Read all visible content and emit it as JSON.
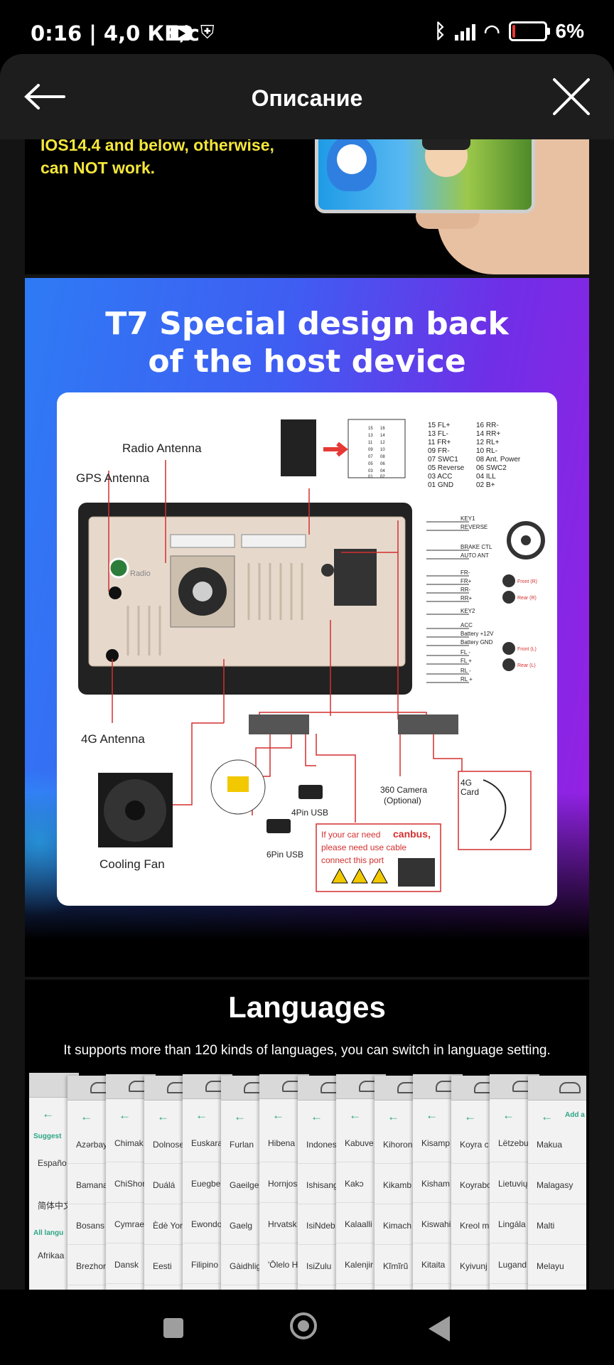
{
  "status_bar": {
    "time_text": "0:16 | 4,0 КБ/с",
    "battery_text": "6%",
    "icons": [
      "youtube-icon",
      "shield-icon",
      "bluetooth-icon",
      "signal-icon",
      "wifi-icon",
      "battery-icon"
    ]
  },
  "header": {
    "title": "Описание",
    "back_icon": "arrow-left-icon",
    "close_icon": "close-icon"
  },
  "ios_notice": {
    "lines": [
      "IOS14.4 and below, otherwise,",
      "can NOT  work."
    ]
  },
  "t7_section": {
    "heading_line1": "T7 Special design back",
    "heading_line2": "of the host device",
    "labels": {
      "radio_antenna": "Radio Antenna",
      "gps_antenna": "GPS Antenna",
      "antenna_4g": "4G Antenna",
      "cooling_fan": "Cooling Fan",
      "camera_360": "360 Camera",
      "camera_optional": "(Optional)",
      "card_4g_line1": "4G",
      "card_4g_line2": "Card",
      "usb_4pin": "4Pin USB",
      "usb_6pin": "6Pin USB",
      "canbus_note_1": "If your car need",
      "canbus_word": "canbus,",
      "canbus_note_2": "please need use cable",
      "canbus_note_3": "connect this port",
      "radio_stamp": "Radio"
    },
    "pinout_left": [
      "15 FL+",
      "13 FL-",
      "11 FR+",
      "09 FR-",
      "07 SWC1",
      "05 Reverse",
      "03 ACC",
      "01 GND"
    ],
    "pinout_right": [
      "16 RR-",
      "14 RR+",
      "12 RL+",
      "10 RL-",
      "08 Ant. Power",
      "06 SWC2",
      "04 ILL",
      "02 B+"
    ],
    "connector_pins": [
      "15",
      "16",
      "13",
      "14",
      "11",
      "12",
      "09",
      "10",
      "07",
      "08",
      "05",
      "06",
      "03",
      "04",
      "01",
      "02"
    ],
    "wire_labels": [
      "KEY1",
      "REVERSE",
      "BRAKE CTL",
      "AUTO ANT",
      "FR-",
      "FR+",
      "RR-",
      "RR+",
      "KEY2",
      "ACC",
      "Battery +12V",
      "Battery GND",
      "FL -",
      "FL +",
      "RL -",
      "RL +"
    ],
    "speaker_labels": [
      "Front (R)",
      "Rear (R)",
      "Front (L)",
      "Rear (L)"
    ]
  },
  "languages": {
    "heading": "Languages",
    "subtitle": "It supports more than 120 kinds of languages, you can switch in language setting.",
    "suggest_label": "Suggest",
    "all_label": "All langu",
    "add_label": "Add a",
    "columns": [
      [
        "Españo",
        "简体中文",
        "Afrikaa"
      ],
      [
        "Azərbay",
        "Bamana",
        "Bosans",
        "Brezhor"
      ],
      [
        "Chimak",
        "ChiShor",
        "Cymrae",
        "Dansk"
      ],
      [
        "Dolnose",
        "Duálá",
        "Èdè Yor",
        "Eesti"
      ],
      [
        "Euskara",
        "Euegbe",
        "Ewondo",
        "Filipino"
      ],
      [
        "Furlan",
        "Gaeilge",
        "Gaelg",
        "Gàidhlig"
      ],
      [
        "Hibena",
        "Hornjos",
        "Hrvatsk",
        "'Ōlelo H"
      ],
      [
        "Indones",
        "Ishisang",
        "IsiNdeb",
        "IsiZulu"
      ],
      [
        "Kabuve",
        "Kakɔ",
        "Kalaalli",
        "Kalenjir"
      ],
      [
        "Kihoron",
        "Kikamb",
        "Kimach",
        "Kĩmĩrũ"
      ],
      [
        "Kisamp",
        "Kisham",
        "Kiswahi",
        "Kitaita"
      ],
      [
        "Koyra c",
        "Koyrabo",
        "Kreol m",
        "Kyivunj"
      ],
      [
        "Lëtzebu",
        "Lietuvių",
        "Lingála",
        "Lugand"
      ],
      [
        "Makua",
        "Malagasy",
        "Malti",
        "Melayu"
      ]
    ]
  },
  "nav_bar": {
    "icons": [
      "recents-square-icon",
      "home-circle-icon",
      "back-triangle-icon"
    ]
  }
}
